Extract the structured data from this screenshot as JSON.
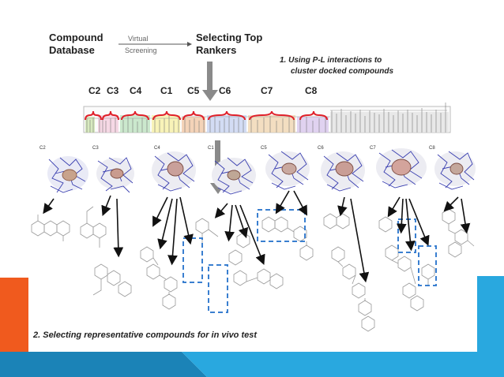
{
  "header": {
    "compound_database": [
      "Compound",
      "Database"
    ],
    "arrow_top": "Virtual",
    "arrow_bottom": "Screening",
    "selecting_top_rankers": [
      "Selecting Top",
      "Rankers"
    ]
  },
  "step1": [
    "1.  Using P-L interactions to",
    "cluster docked compounds"
  ],
  "cluster_labels": [
    "C2",
    "C3",
    "C4",
    "C1",
    "C5",
    "C6",
    "C7",
    "C8"
  ],
  "structure_labels": [
    "C2",
    "C3",
    "C4",
    "C1",
    "C5",
    "C6",
    "C7",
    "C8"
  ],
  "step2": "2.  Selecting representative compounds for in vivo test",
  "colors": {
    "accent_orange": "#f05a1e",
    "accent_blue": "#29a8df",
    "accent_teal": "#1b83b7",
    "bracket_red": "#e0202a",
    "protein_blue": "#3a3fb0",
    "highlight_box": "#3a7fd0"
  }
}
